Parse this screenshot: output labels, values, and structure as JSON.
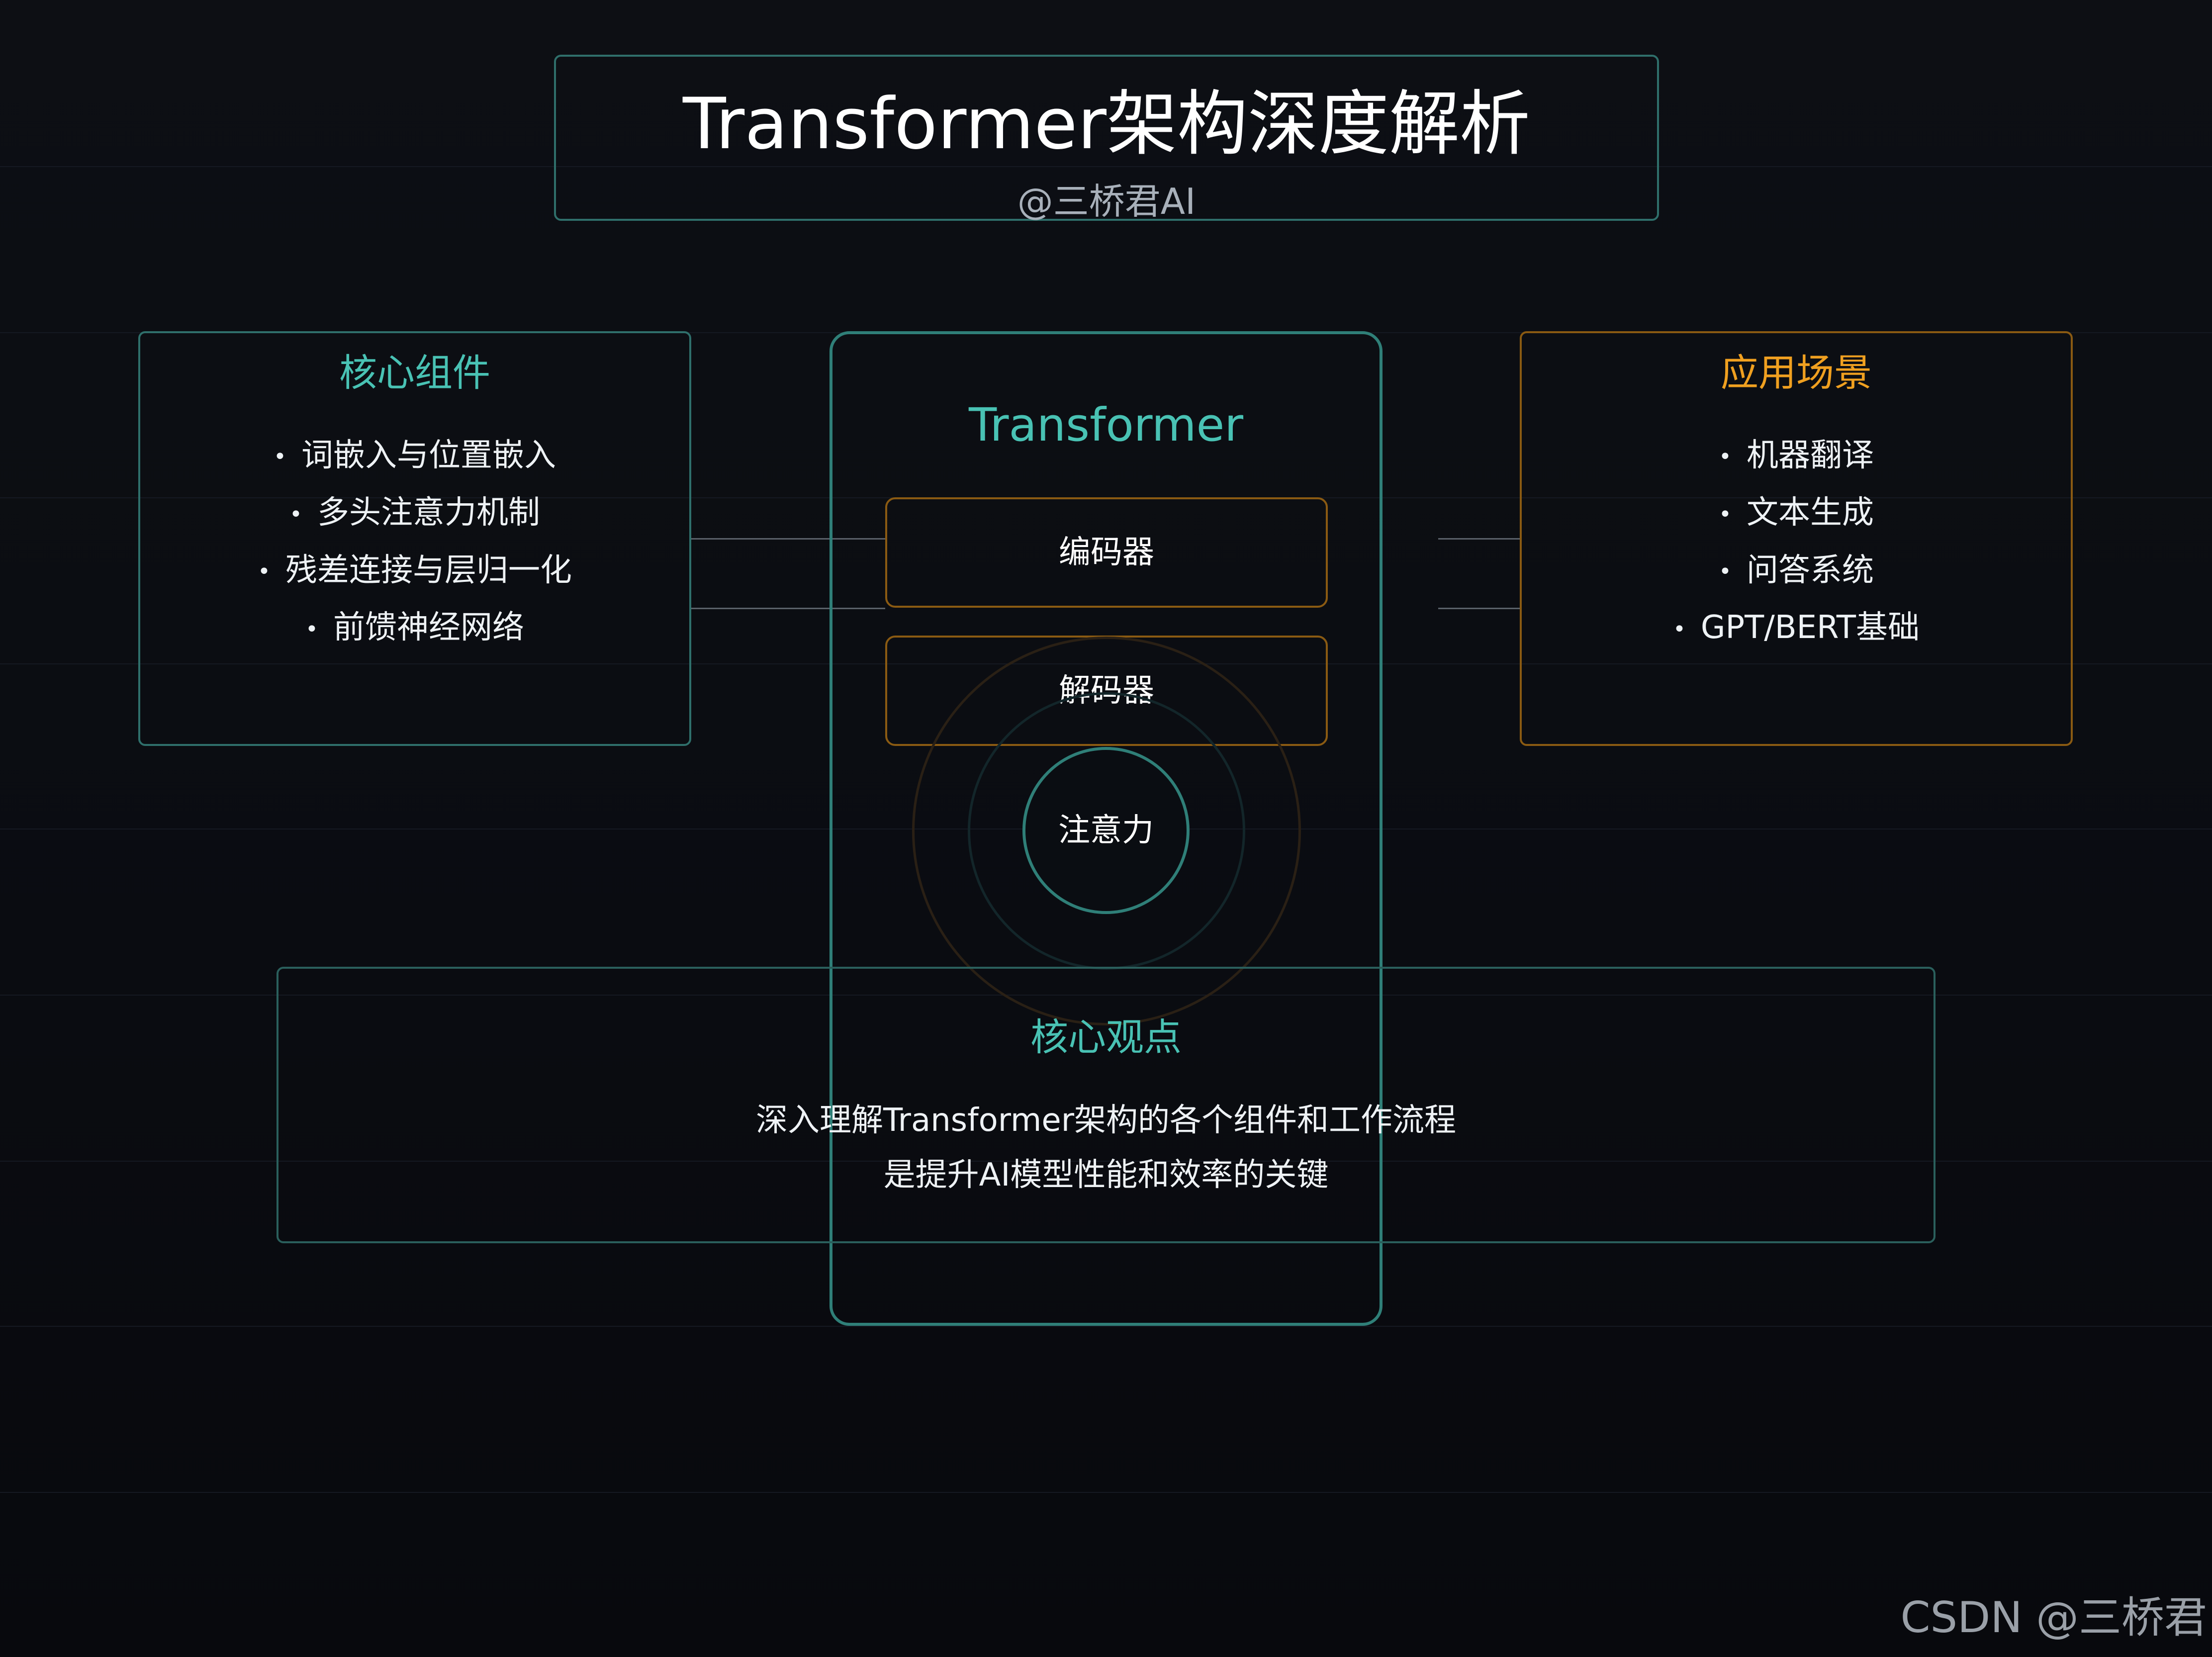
{
  "header": {
    "title": "Transformer架构深度解析",
    "subtitle": "@三桥君AI"
  },
  "left_panel": {
    "title": "核心组件",
    "items": [
      "词嵌入与位置嵌入",
      "多头注意力机制",
      "残差连接与层归一化",
      "前馈神经网络"
    ]
  },
  "right_panel": {
    "title": "应用场景",
    "items": [
      "机器翻译",
      "文本生成",
      "问答系统",
      "GPT/BERT基础"
    ]
  },
  "center": {
    "title": "Transformer",
    "encoder": "编码器",
    "decoder": "解码器",
    "attention": "注意力"
  },
  "key_view": {
    "title": "核心观点",
    "line1": "深入理解Transformer架构的各个组件和工作流程",
    "line2": "是提升AI模型性能和效率的关键"
  },
  "watermark": "CSDN @三桥君",
  "colors": {
    "accent_teal": "#49c2b4",
    "accent_orange": "#f0a020",
    "background": "#0b0d12"
  }
}
